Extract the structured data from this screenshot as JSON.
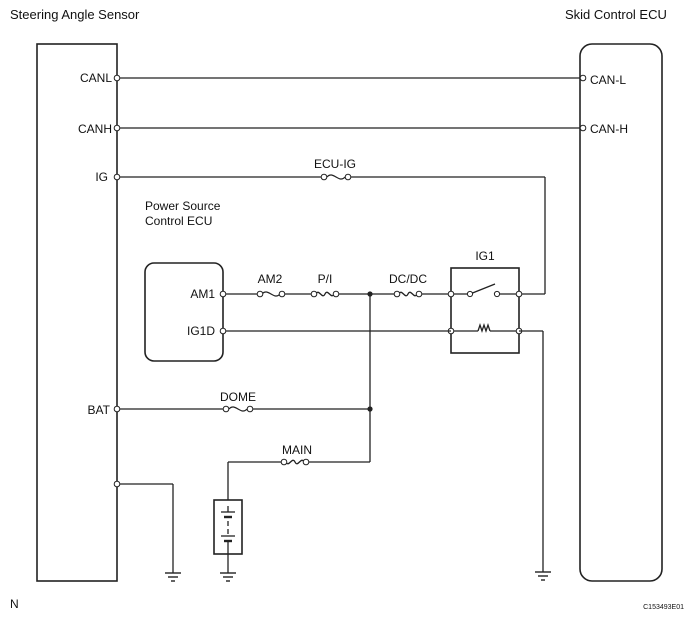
{
  "components": {
    "steering_sensor": "Steering Angle Sensor",
    "skid_ecu": "Skid Control ECU",
    "power_ecu": "Power Source\nControl ECU",
    "power_ecu_line1": "Power Source",
    "power_ecu_line2": "Control ECU"
  },
  "pins": {
    "canl": "CANL",
    "canh": "CANH",
    "ig": "IG",
    "bat": "BAT",
    "can_l": "CAN-L",
    "can_h": "CAN-H",
    "am1": "AM1",
    "ig1d": "IG1D"
  },
  "fuses": {
    "ecu_ig": "ECU-IG",
    "am2": "AM2",
    "pi": "P/I",
    "dcdc": "DC/DC",
    "dome": "DOME",
    "main": "MAIN"
  },
  "relay": {
    "ig1": "IG1"
  },
  "footer": {
    "orientation": "N",
    "code": "C153493E01"
  }
}
